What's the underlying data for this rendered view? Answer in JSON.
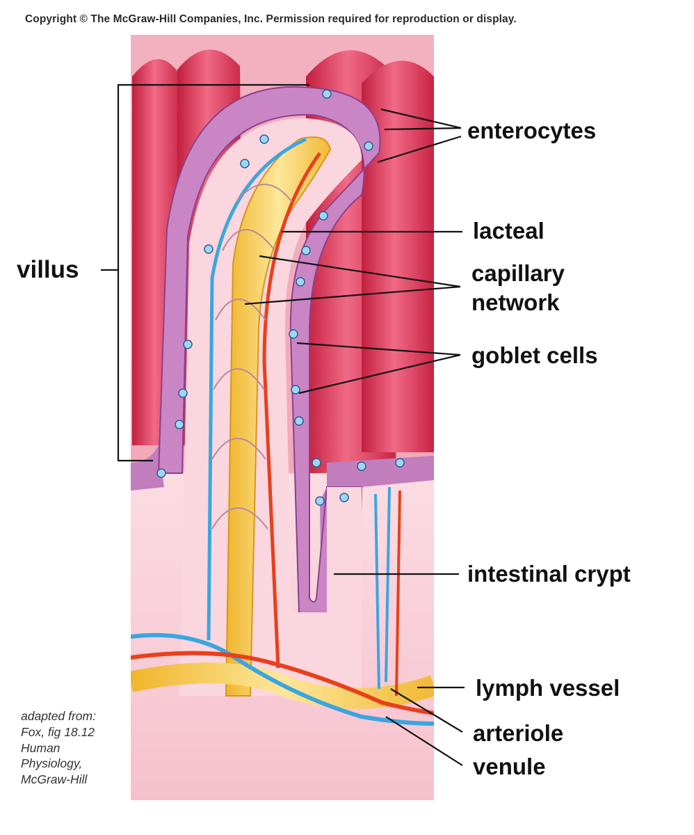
{
  "copyright": "Copyright © The McGraw-Hill Companies, Inc. Permission required for reproduction or display.",
  "labels": {
    "villus": "villus",
    "enterocytes": "enterocytes",
    "lacteal": "lacteal",
    "capillary_1": "capillary",
    "capillary_2": "network",
    "goblet_cells": "goblet cells",
    "intestinal_crypt": "intestinal crypt",
    "lymph_vessel": "lymph vessel",
    "arteriole": "arteriole",
    "venule": "venule"
  },
  "credit": {
    "line1": "adapted from:",
    "line2": "Fox, fig 18.12",
    "line3": "Human",
    "line4": "Physiology,",
    "line5": "McGraw-Hill"
  },
  "colors": {
    "mucosa": "#d8304e",
    "mucosa_light": "#f4a7b6",
    "lamina_propria": "#f7cdd6",
    "epithelium": "#b566b0",
    "lacteal": "#f7c640",
    "capillary_blue": "#3aa6e0",
    "capillary_red": "#e8401c"
  }
}
